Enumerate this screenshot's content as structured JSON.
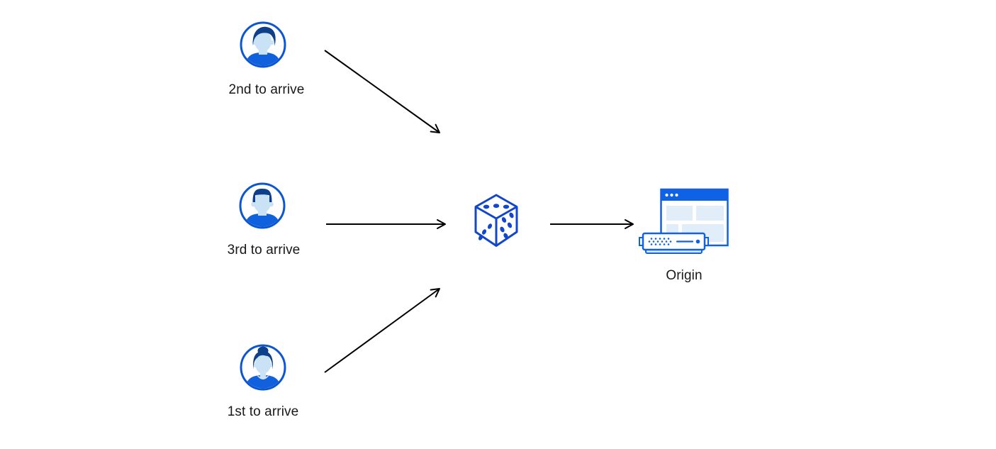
{
  "diagram": {
    "description": "Three visitors arriving in random order are routed through a randomizer (dice) to an origin server",
    "nodes": {
      "user_second": {
        "label": "2nd to arrive",
        "icon": "male-user-avatar"
      },
      "user_third": {
        "label": "3rd to arrive",
        "icon": "male-flattop-user-avatar"
      },
      "user_first": {
        "label": "1st to arrive",
        "icon": "female-user-avatar"
      },
      "randomizer": {
        "icon": "dice"
      },
      "origin": {
        "label": "Origin",
        "icon": "browser-window-with-server"
      }
    },
    "edges": [
      {
        "from": "user_second",
        "to": "randomizer"
      },
      {
        "from": "user_third",
        "to": "randomizer"
      },
      {
        "from": "user_first",
        "to": "randomizer"
      },
      {
        "from": "randomizer",
        "to": "origin"
      }
    ],
    "colors": {
      "avatar_ring_blue": "#0d56d2",
      "hair_navy": "#0d3f8a",
      "skin_light_blue": "#c9e2f5",
      "shirt_blue": "#1161de",
      "dice_blue": "#1347cb",
      "browser_blue": "#0f62e6",
      "panel_light_blue": "#e1edf8",
      "server_base_blue": "#d7e8f8",
      "arrow_black": "#000000",
      "label_text": "#17181a",
      "background": "#ffffff"
    }
  }
}
